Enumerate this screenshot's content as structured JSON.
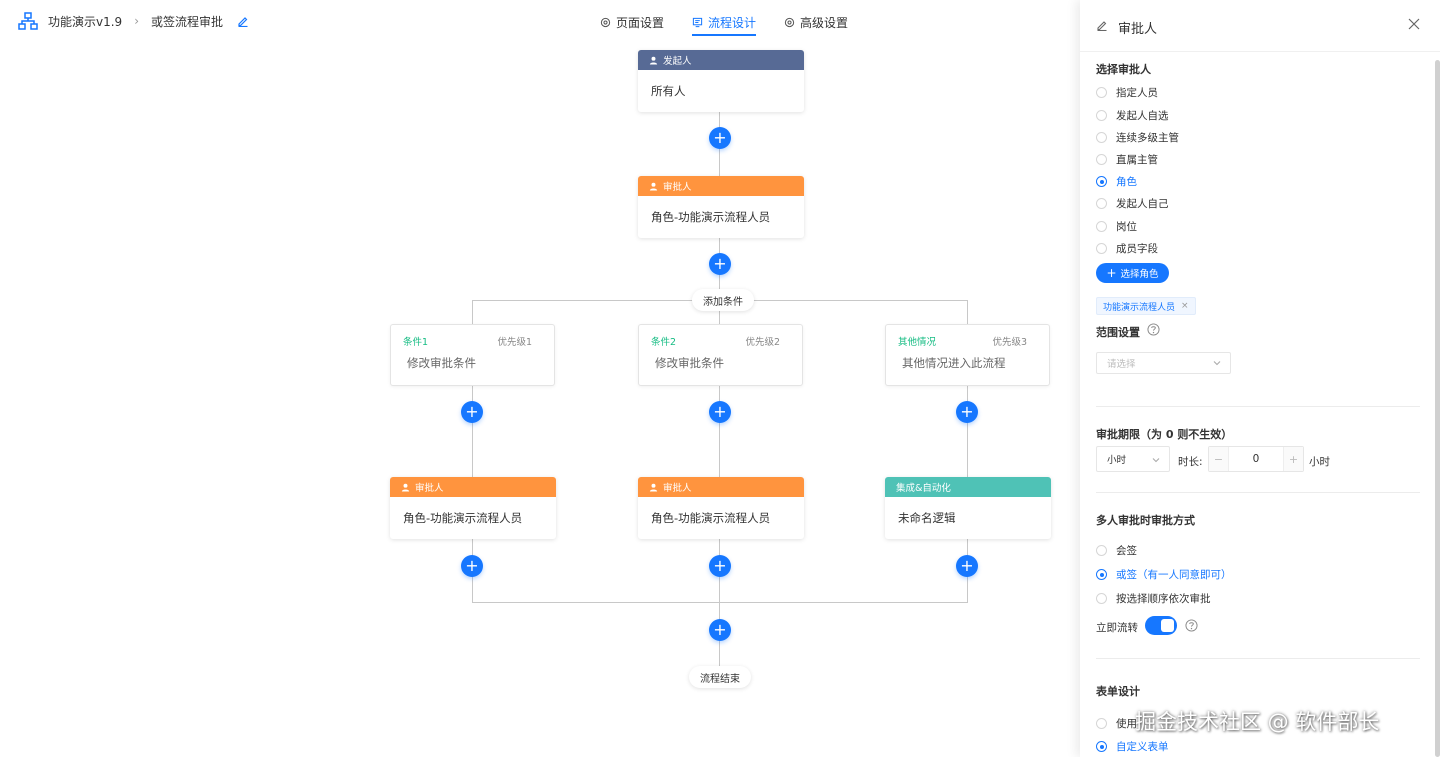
{
  "header": {
    "app_name": "功能演示v1.9",
    "breadcrumb_sep": "›",
    "flow_name": "或签流程审批",
    "tabs": [
      {
        "label": "页面设置"
      },
      {
        "label": "流程设计"
      },
      {
        "label": "高级设置"
      }
    ],
    "active_tab": "流程设计"
  },
  "canvas": {
    "start_node": {
      "header": "发起人",
      "body": "所有人"
    },
    "approver_node": {
      "header": "审批人",
      "body": "角色-功能演示流程人员"
    },
    "add_condition": "添加条件",
    "conditions": [
      {
        "title": "条件1",
        "priority": "优先级1",
        "body": "修改审批条件"
      },
      {
        "title": "条件2",
        "priority": "优先级2",
        "body": "修改审批条件"
      },
      {
        "title": "其他情况",
        "priority": "优先级3",
        "body": "其他情况进入此流程"
      }
    ],
    "branch_nodes": [
      {
        "header": "审批人",
        "body": "角色-功能演示流程人员",
        "kind": "approver"
      },
      {
        "header": "审批人",
        "body": "角色-功能演示流程人员",
        "kind": "approver"
      },
      {
        "header": "集成&自动化",
        "body": "未命名逻辑",
        "kind": "automation"
      }
    ],
    "add_symbol": "+",
    "end_label": "流程结束"
  },
  "drawer": {
    "title": "审批人",
    "select_approver": {
      "title": "选择审批人",
      "options": [
        "指定人员",
        "发起人自选",
        "连续多级主管",
        "直属主管",
        "角色",
        "发起人自己",
        "岗位",
        "成员字段"
      ],
      "selected": "角色"
    },
    "select_role_button": "选择角色",
    "selected_tag": "功能演示流程人员",
    "tag_close": "×",
    "scope": {
      "title": "范围设置",
      "placeholder": "请选择"
    },
    "deadline": {
      "title": "审批期限（为 0 则不生效）",
      "unit_select": "小时",
      "duration_label": "时长:",
      "minus": "−",
      "plus": "+",
      "value": "0",
      "unit_suffix": "小时"
    },
    "multi_approve": {
      "title": "多人审批时审批方式",
      "options": [
        "会签",
        "或签（有一人同意即可）",
        "按选择顺序依次审批"
      ],
      "selected": "或签（有一人同意即可）"
    },
    "immediate_flow": {
      "label": "立即流转",
      "enabled": true
    },
    "form_design": {
      "title": "表单设计",
      "options": [
        "使用",
        "自定义表单"
      ],
      "selected": "自定义表单"
    }
  },
  "watermark": "掘金技术社区 @ 软件部长",
  "colors": {
    "primary": "#1677ff",
    "start_header": "#576a95",
    "approver_header": "#ff943e",
    "automation_header": "#4fc2b6",
    "condition_title": "#15bc83"
  }
}
